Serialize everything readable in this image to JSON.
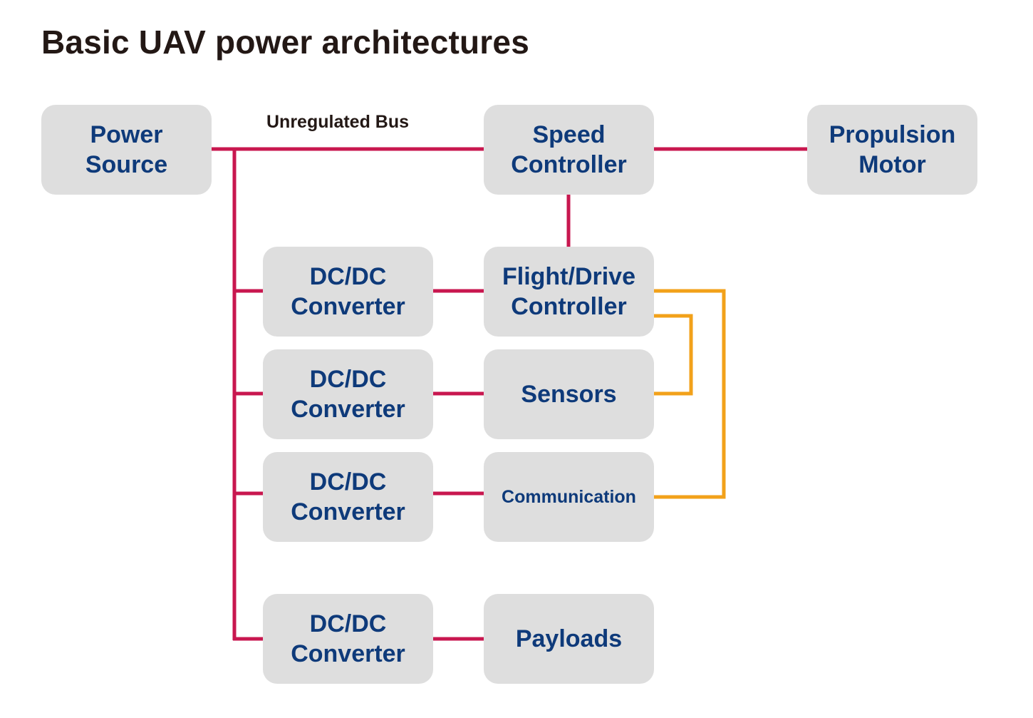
{
  "title": "Basic UAV power architectures",
  "bus_label": "Unregulated Bus",
  "colors": {
    "power_line": "#c8174f",
    "signal_line": "#f2a11a",
    "box_fill": "#dedede",
    "box_text": "#0e3a7a",
    "title_text": "#231815"
  },
  "blocks": {
    "power_source": "Power\nSource",
    "speed_controller": "Speed\nController",
    "propulsion_motor": "Propulsion\nMotor",
    "dcdc_1": "DC/DC\nConverter",
    "flight_drive_controller": "Flight/Drive\nController",
    "dcdc_2": "DC/DC\nConverter",
    "sensors": "Sensors",
    "dcdc_3": "DC/DC\nConverter",
    "communication": "Communication",
    "dcdc_4": "DC/DC\nConverter",
    "payloads": "Payloads"
  }
}
